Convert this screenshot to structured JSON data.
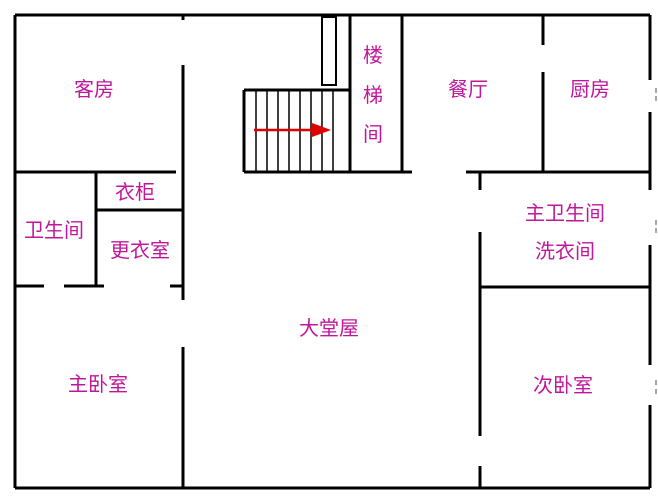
{
  "floor_plan": {
    "colors": {
      "wall": "#000000",
      "label": "#c0179a",
      "arrow": "#e00000",
      "background": "#ffffff"
    },
    "rooms": {
      "guest_room": "客房",
      "stairwell_1": "楼",
      "stairwell_2": "梯",
      "stairwell_3": "间",
      "dining_room": "餐厅",
      "kitchen": "厨房",
      "wardrobe": "衣柜",
      "bathroom": "卫生间",
      "dressing_room": "更衣室",
      "master_bathroom": "主卫生间",
      "laundry_room": "洗衣间",
      "main_hall": "大堂屋",
      "master_bedroom": "主卧室",
      "second_bedroom": "次卧室"
    },
    "stair_direction_icon": "right-arrow-icon"
  }
}
